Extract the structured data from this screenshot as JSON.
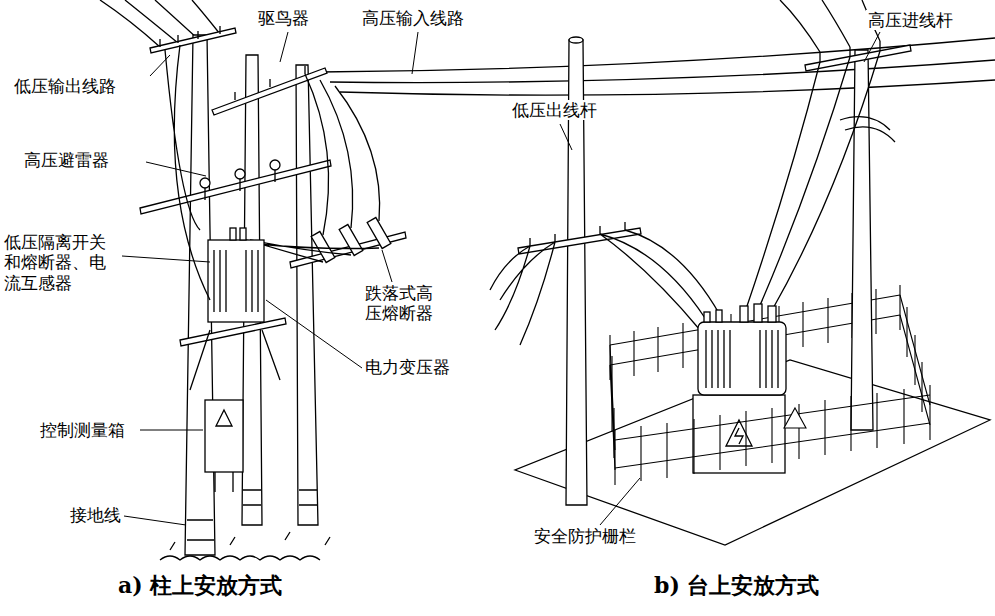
{
  "diagram": {
    "labels": [
      "驱鸟器",
      "高压输入线路",
      "低压输出线路",
      "高压避雷器",
      "低压隔离开关 和熔断器、电 流互感器",
      "跌落式高 压熔断器",
      "电力变压器",
      "控制测量箱",
      "接地线",
      "高压进线杆",
      "低压出线杆",
      "安全防护栅栏",
      "a) 柱上安放方式",
      "b) 台上安放方式"
    ]
  }
}
